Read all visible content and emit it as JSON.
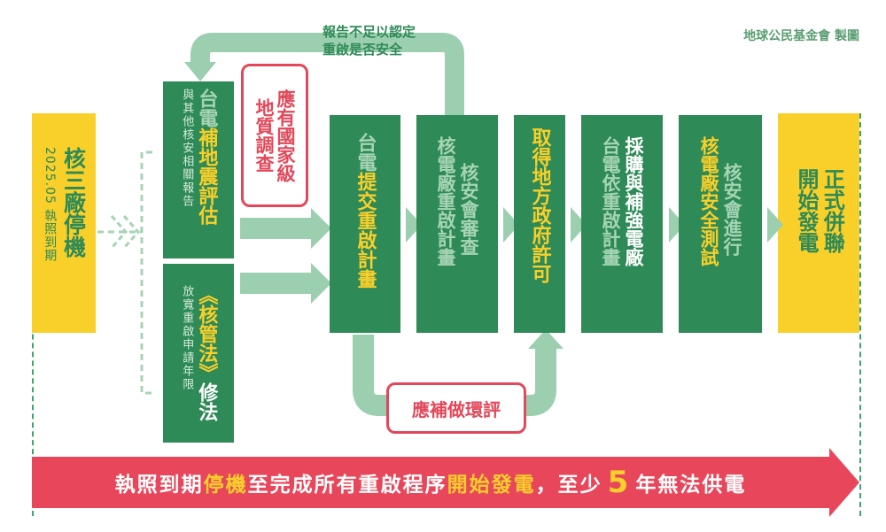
{
  "credit": "地球公民基金會 製圖",
  "start": {
    "title": "核三廠停機",
    "date": "2025.05 執照到期"
  },
  "end": {
    "col1": "正式併聯",
    "col2": "開始發電"
  },
  "track_a": {
    "prefix": "台電",
    "highlight": "補地震評估",
    "sub": "與其他核安相關報告"
  },
  "track_b": {
    "highlight": "《核管法》",
    "suffix": "修法",
    "sub": "放寬重啟申請年限"
  },
  "note_geology": {
    "col1": "應有國家級",
    "col2": "地質調查"
  },
  "loop_note": {
    "line1": "報告不足以認定",
    "line2": "重啟是否安全"
  },
  "note_eia": "應補做環評",
  "steps": [
    {
      "prefix": "台電",
      "highlight": "提交重啟計畫"
    },
    {
      "col1": "核安會審查",
      "col2": "核電廠重啟計畫"
    },
    {
      "highlight": "取得地方政府許可"
    },
    {
      "col1": "台電依重啟計畫",
      "col2": "採購與補強電廠"
    },
    {
      "col1": "核安會進行",
      "col2": "核電廠安全測試"
    }
  ],
  "banner": {
    "a": "執照到期",
    "b": "停機",
    "c": "至完成所有重啟程序",
    "d": "開始發電",
    "e": "，至少",
    "num": "5",
    "f": "年無法供電"
  }
}
